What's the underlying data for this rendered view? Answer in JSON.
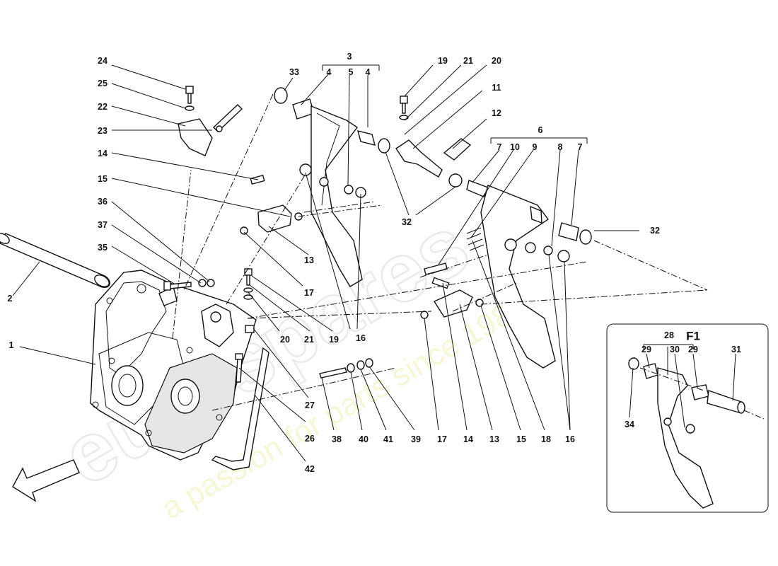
{
  "watermark": {
    "brand": "eurospares",
    "tagline": "a passion for parts since 1985"
  },
  "inset": {
    "title": "F1"
  },
  "labels": {
    "1": "1",
    "2": "2",
    "3": "3",
    "4a": "4",
    "4b": "4",
    "5": "5",
    "6": "6",
    "7a": "7",
    "7b": "7",
    "8": "8",
    "9": "9",
    "10": "10",
    "11": "11",
    "12": "12",
    "13a": "13",
    "13b": "13",
    "14a": "14",
    "14b": "14",
    "15a": "15",
    "15b": "15",
    "16a": "16",
    "16b": "16",
    "17a": "17",
    "17b": "17",
    "18": "18",
    "19a": "19",
    "19b": "19",
    "20a": "20",
    "20b": "20",
    "21a": "21",
    "21b": "21",
    "22": "22",
    "23": "23",
    "24": "24",
    "25": "25",
    "26": "26",
    "27": "27",
    "28": "28",
    "29a": "29",
    "29b": "29",
    "30": "30",
    "31": "31",
    "32a": "32",
    "32b": "32",
    "33": "33",
    "34": "34",
    "35": "35",
    "36": "36",
    "37": "37",
    "38": "38",
    "39": "39",
    "40": "40",
    "41": "41",
    "42": "42"
  }
}
